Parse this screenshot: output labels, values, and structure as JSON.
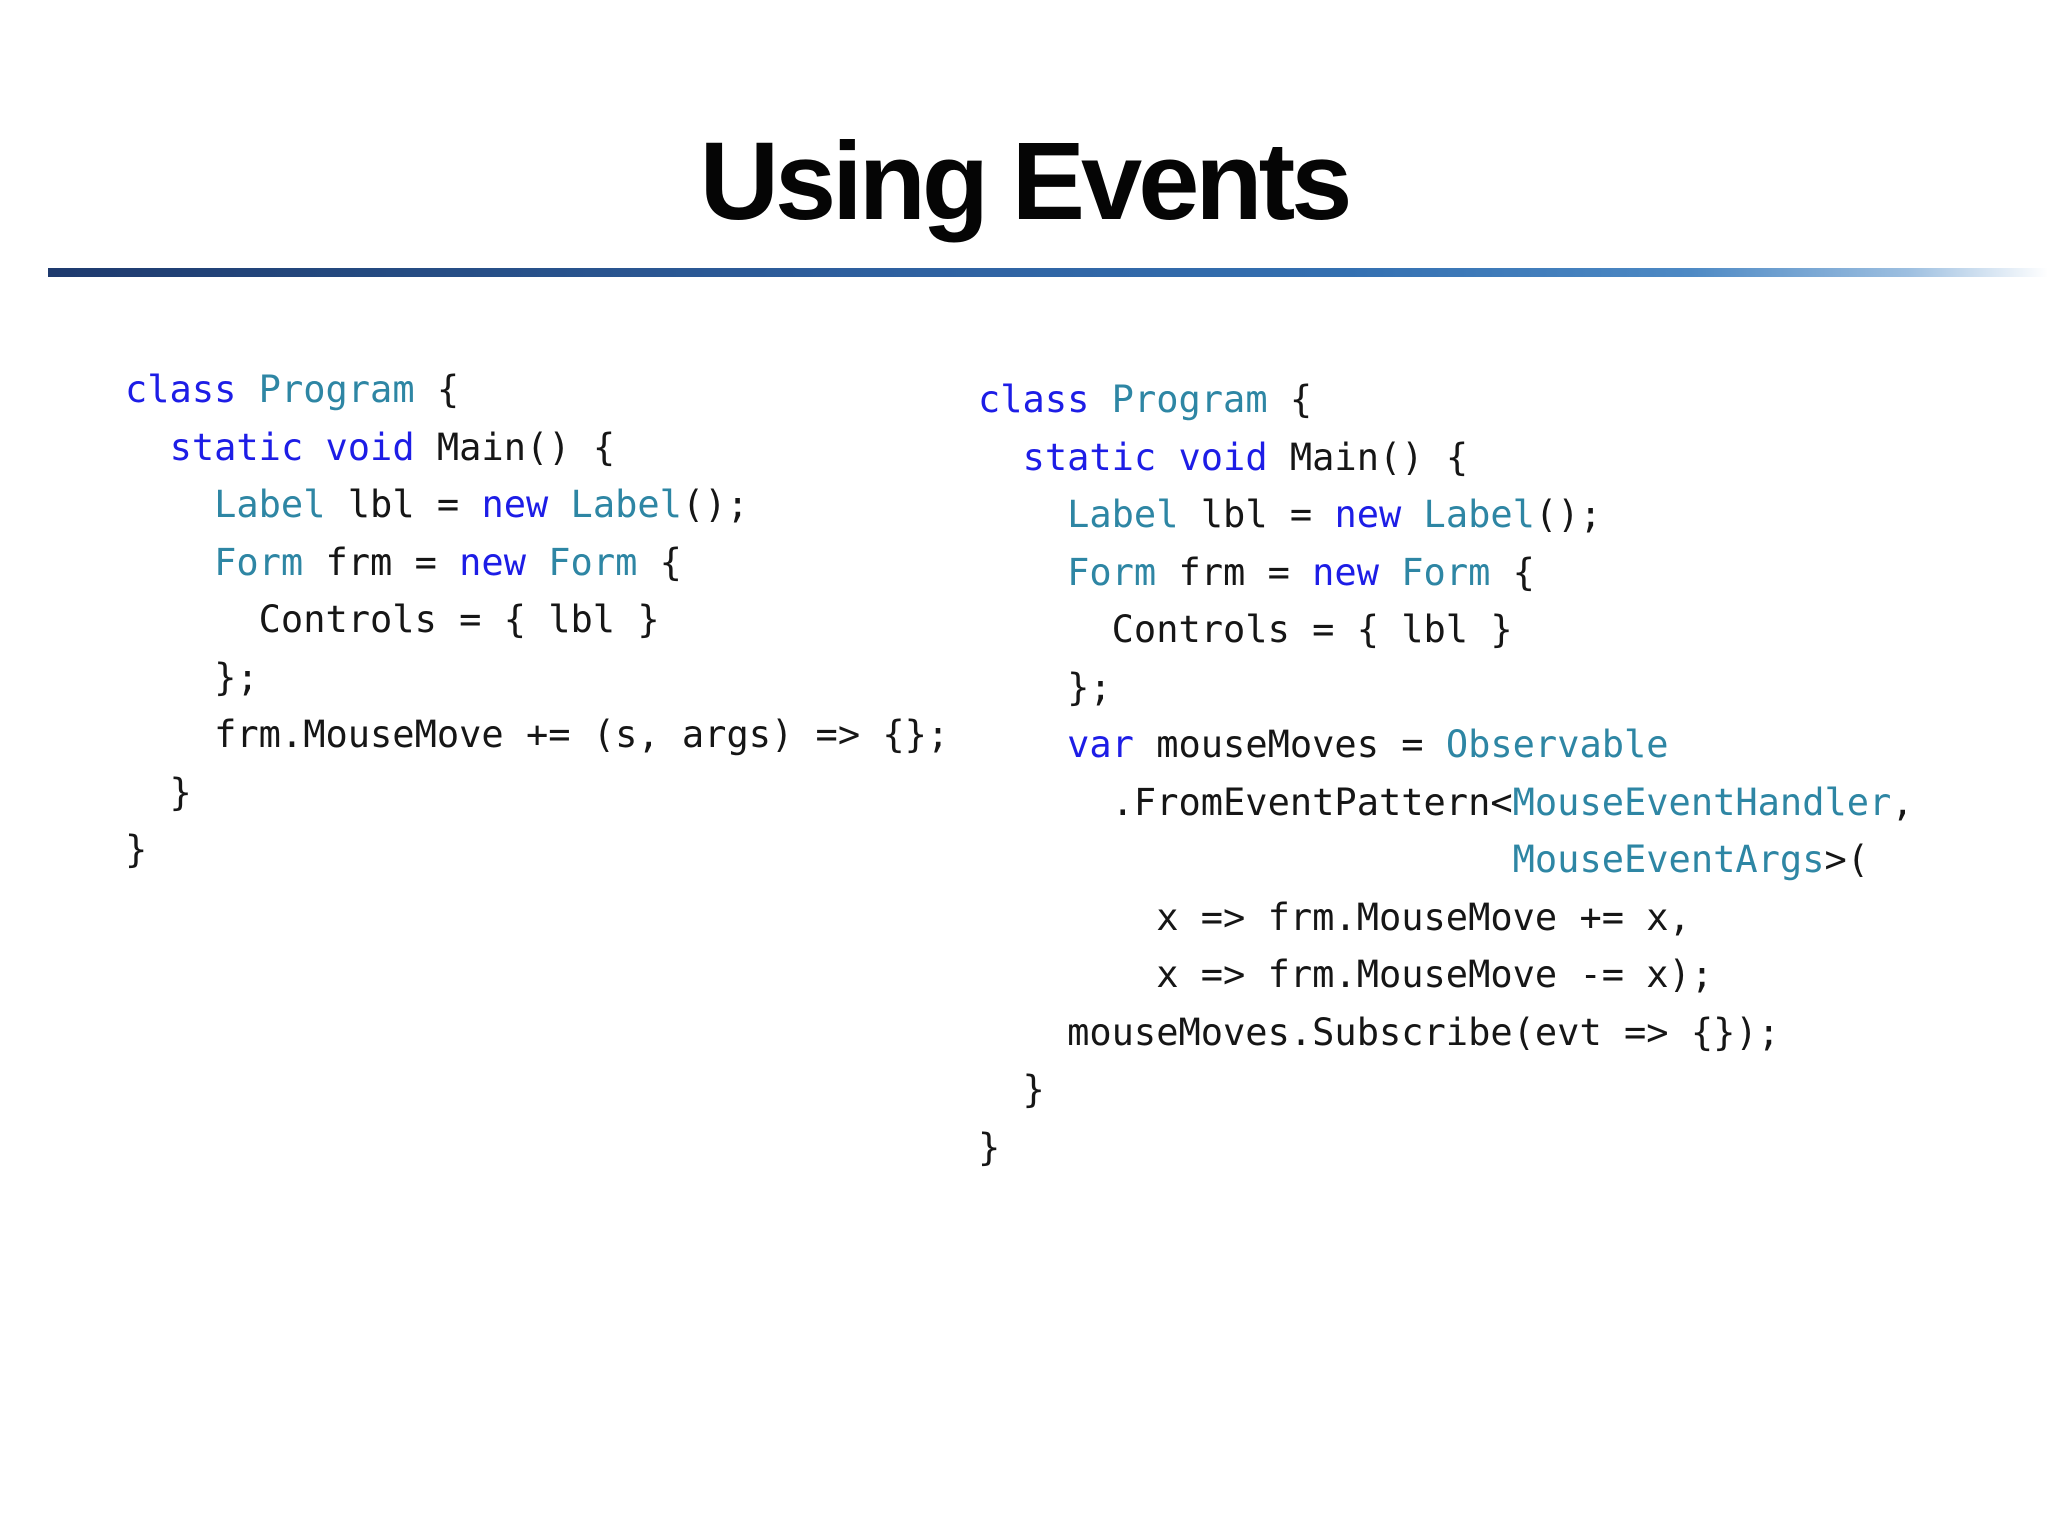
{
  "slide": {
    "title": "Using Events"
  },
  "colors": {
    "background": "#ffffff",
    "title_text": "#050505",
    "divider_start": "#1e3a6e",
    "divider_mid": "#2e5f9e",
    "divider_end": "#ffffff",
    "keyword": "#1d1de6",
    "type": "#2e86a4",
    "plain": "#161616"
  },
  "code_blocks": [
    {
      "name": "classic-events-example",
      "lines": [
        [
          {
            "c": "k",
            "t": "class"
          },
          {
            "c": "p",
            "t": " "
          },
          {
            "c": "t",
            "t": "Program"
          },
          {
            "c": "p",
            "t": " {"
          }
        ],
        [
          {
            "c": "p",
            "t": "  "
          },
          {
            "c": "k",
            "t": "static"
          },
          {
            "c": "p",
            "t": " "
          },
          {
            "c": "k",
            "t": "void"
          },
          {
            "c": "p",
            "t": " Main() {"
          }
        ],
        [
          {
            "c": "p",
            "t": "    "
          },
          {
            "c": "t",
            "t": "Label"
          },
          {
            "c": "p",
            "t": " lbl = "
          },
          {
            "c": "k",
            "t": "new"
          },
          {
            "c": "p",
            "t": " "
          },
          {
            "c": "t",
            "t": "Label"
          },
          {
            "c": "p",
            "t": "();"
          }
        ],
        [
          {
            "c": "p",
            "t": "    "
          },
          {
            "c": "t",
            "t": "Form"
          },
          {
            "c": "p",
            "t": " frm = "
          },
          {
            "c": "k",
            "t": "new"
          },
          {
            "c": "p",
            "t": " "
          },
          {
            "c": "t",
            "t": "Form"
          },
          {
            "c": "p",
            "t": " {"
          }
        ],
        [
          {
            "c": "p",
            "t": "      Controls = { lbl }"
          }
        ],
        [
          {
            "c": "p",
            "t": "    };"
          }
        ],
        [
          {
            "c": "p",
            "t": "    frm.MouseMove += (s, args) => {};"
          }
        ],
        [
          {
            "c": "p",
            "t": "  }"
          }
        ],
        [
          {
            "c": "p",
            "t": "}"
          }
        ]
      ]
    },
    {
      "name": "rx-observable-example",
      "lines": [
        [
          {
            "c": "k",
            "t": "class"
          },
          {
            "c": "p",
            "t": " "
          },
          {
            "c": "t",
            "t": "Program"
          },
          {
            "c": "p",
            "t": " {"
          }
        ],
        [
          {
            "c": "p",
            "t": "  "
          },
          {
            "c": "k",
            "t": "static"
          },
          {
            "c": "p",
            "t": " "
          },
          {
            "c": "k",
            "t": "void"
          },
          {
            "c": "p",
            "t": " Main() {"
          }
        ],
        [
          {
            "c": "p",
            "t": "    "
          },
          {
            "c": "t",
            "t": "Label"
          },
          {
            "c": "p",
            "t": " lbl = "
          },
          {
            "c": "k",
            "t": "new"
          },
          {
            "c": "p",
            "t": " "
          },
          {
            "c": "t",
            "t": "Label"
          },
          {
            "c": "p",
            "t": "();"
          }
        ],
        [
          {
            "c": "p",
            "t": "    "
          },
          {
            "c": "t",
            "t": "Form"
          },
          {
            "c": "p",
            "t": " frm = "
          },
          {
            "c": "k",
            "t": "new"
          },
          {
            "c": "p",
            "t": " "
          },
          {
            "c": "t",
            "t": "Form"
          },
          {
            "c": "p",
            "t": " {"
          }
        ],
        [
          {
            "c": "p",
            "t": "      Controls = { lbl }"
          }
        ],
        [
          {
            "c": "p",
            "t": "    };"
          }
        ],
        [
          {
            "c": "p",
            "t": "    "
          },
          {
            "c": "k",
            "t": "var"
          },
          {
            "c": "p",
            "t": " mouseMoves = "
          },
          {
            "c": "t",
            "t": "Observable"
          }
        ],
        [
          {
            "c": "p",
            "t": "      .FromEventPattern<"
          },
          {
            "c": "t",
            "t": "MouseEventHandler"
          },
          {
            "c": "p",
            "t": ","
          }
        ],
        [
          {
            "c": "p",
            "t": "                        "
          },
          {
            "c": "t",
            "t": "MouseEventArgs"
          },
          {
            "c": "p",
            "t": ">("
          }
        ],
        [
          {
            "c": "p",
            "t": "        x => frm.MouseMove += x,"
          }
        ],
        [
          {
            "c": "p",
            "t": "        x => frm.MouseMove -= x);"
          }
        ],
        [
          {
            "c": "p",
            "t": "    mouseMoves.Subscribe(evt => {});"
          }
        ],
        [
          {
            "c": "p",
            "t": "  }"
          }
        ],
        [
          {
            "c": "p",
            "t": "}"
          }
        ]
      ]
    }
  ]
}
